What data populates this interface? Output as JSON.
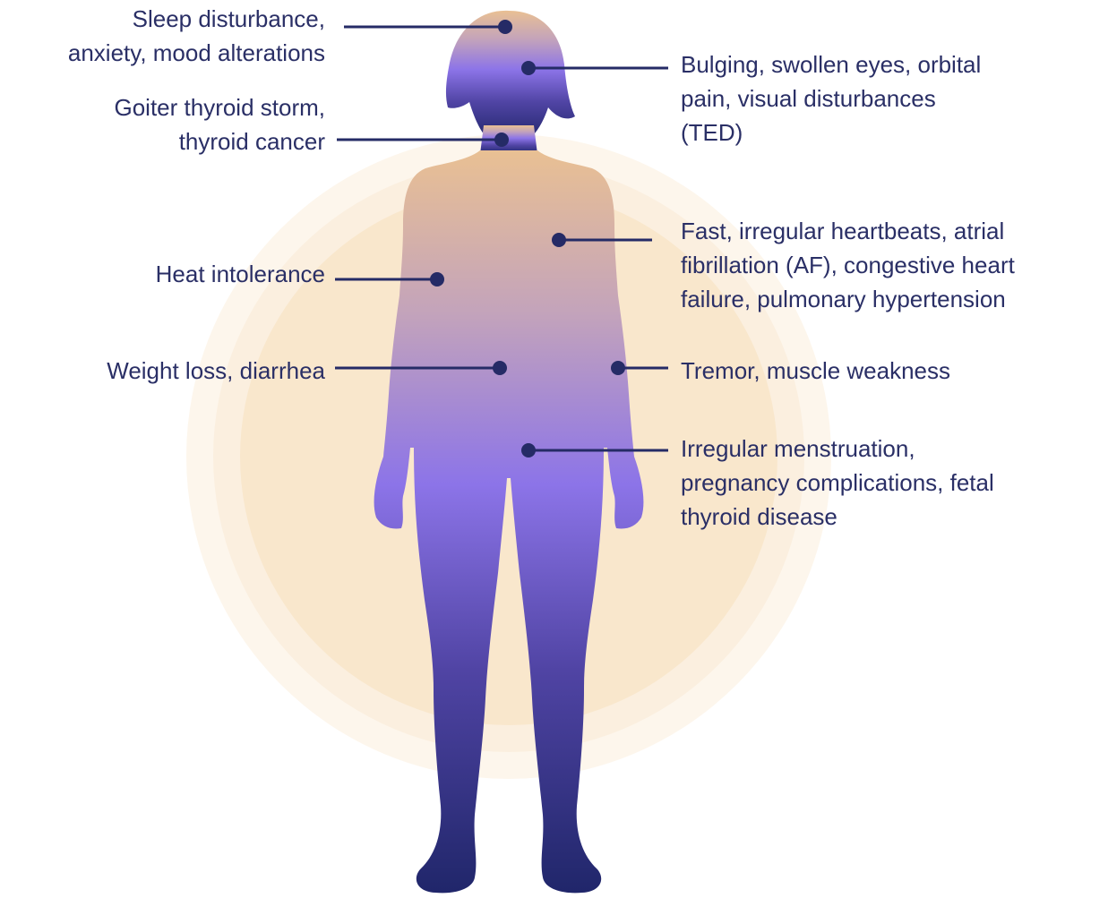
{
  "colors": {
    "text": "#2a2f66",
    "connector": "#252b66",
    "halo_outer": "#fdf6ec",
    "halo_mid": "#fbefdc",
    "halo_inner": "#f9e6c9",
    "body_top": "#e7bd94",
    "body_mid": "#8c74e8",
    "body_bottom": "#23296b"
  },
  "labels": {
    "sleep": [
      "Sleep disturbance,",
      "anxiety, mood alterations"
    ],
    "goiter": [
      "Goiter thyroid storm,",
      "thyroid cancer"
    ],
    "heat": [
      "Heat intolerance"
    ],
    "weight": [
      "Weight loss, diarrhea"
    ],
    "eyes": [
      "Bulging, swollen eyes, orbital",
      "pain, visual disturbances",
      "(TED)"
    ],
    "heart": [
      "Fast, irregular heartbeats, atrial",
      "fibrillation (AF), congestive heart",
      "failure, pulmonary hypertension"
    ],
    "tremor": [
      "Tremor, muscle weakness"
    ],
    "menstruation": [
      "Irregular menstruation,",
      "pregnancy complications, fetal",
      "thyroid disease"
    ]
  }
}
